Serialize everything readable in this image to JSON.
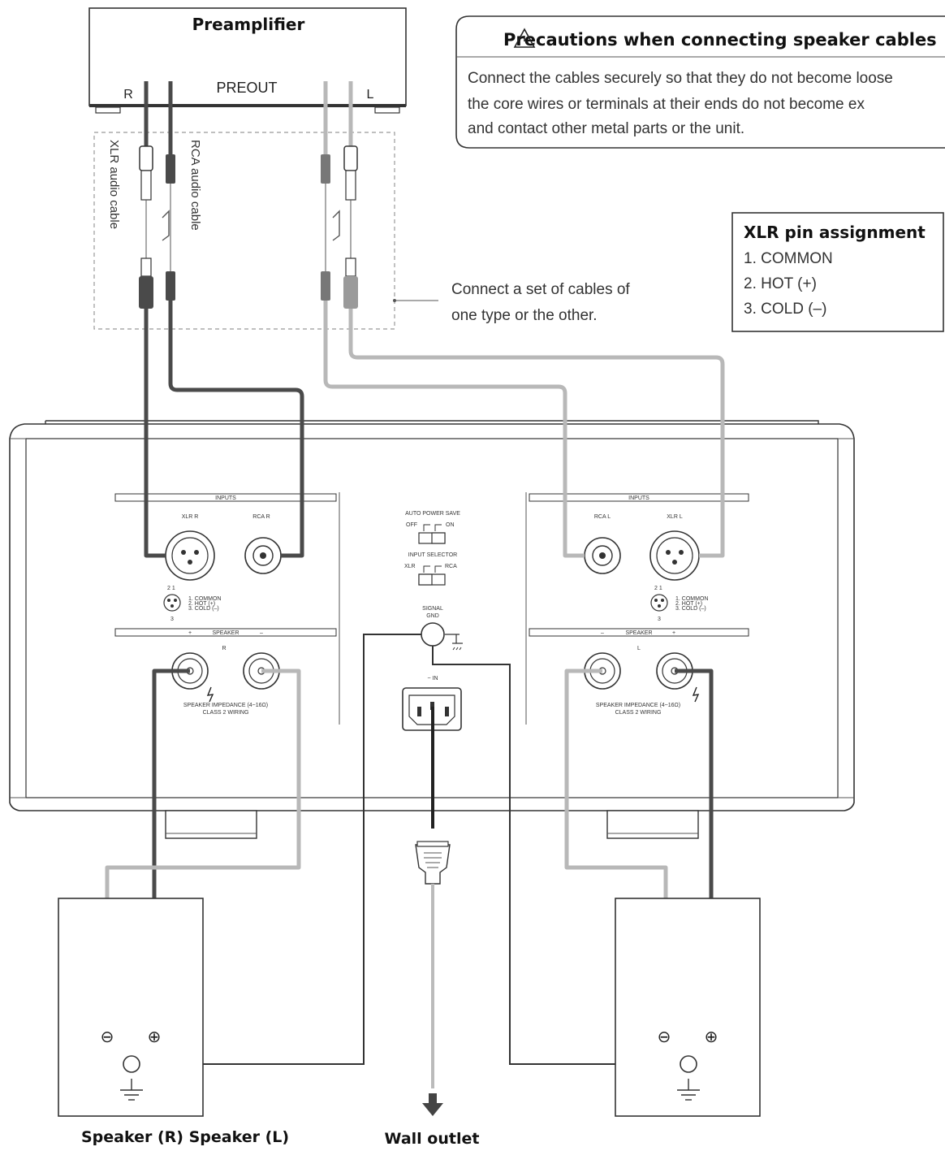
{
  "preamplifier": {
    "title": "Preamplifier",
    "preout_label": "PREOUT",
    "r_label": "R",
    "l_label": "L"
  },
  "cables": {
    "xlr_label": "XLR audio cable",
    "rca_label": "RCA audio cable",
    "note_line1": "Connect a set of cables of",
    "note_line2": "one type or the other."
  },
  "precautions": {
    "title": "Precautions when connecting speaker cables",
    "line1": "Connect the cables securely so that they do not become loose",
    "line2": "the core wires or terminals at their ends do not become ex",
    "line3": "and contact other metal parts or the unit."
  },
  "xlr_pins": {
    "title": "XLR pin assignment",
    "pin1": "1. COMMON",
    "pin2": "2. HOT (+)",
    "pin3": "3. COLD (–)"
  },
  "amp": {
    "inputs_label": "INPUTS",
    "xlr_r": "XLR R",
    "rca_r": "RCA R",
    "rca_l": "RCA L",
    "xlr_l": "XLR L",
    "auto_power_save": "AUTO POWER SAVE",
    "off": "OFF",
    "on": "ON",
    "input_selector": "INPUT SELECTOR",
    "xlr": "XLR",
    "rca": "RCA",
    "signal_gnd_1": "SIGNAL",
    "signal_gnd_2": "GND",
    "ac_in": "~ IN",
    "speaker_label": "SPEAKER",
    "plus": "+",
    "minus": "–",
    "r": "R",
    "l": "L",
    "impedance": "SPEAKER IMPEDANCE (4~16Ω)",
    "class2": "CLASS 2 WIRING",
    "pin_common": "1. COMMON",
    "pin_hot": "2. HOT (+)",
    "pin_cold": "3. COLD (–)",
    "pin_num_21": "2 1",
    "pin_num_3": "3"
  },
  "speakers": {
    "label": "Speaker (R) Speaker (L)",
    "minus": "⊖",
    "plus": "⊕"
  },
  "wall_outlet": "Wall outlet"
}
